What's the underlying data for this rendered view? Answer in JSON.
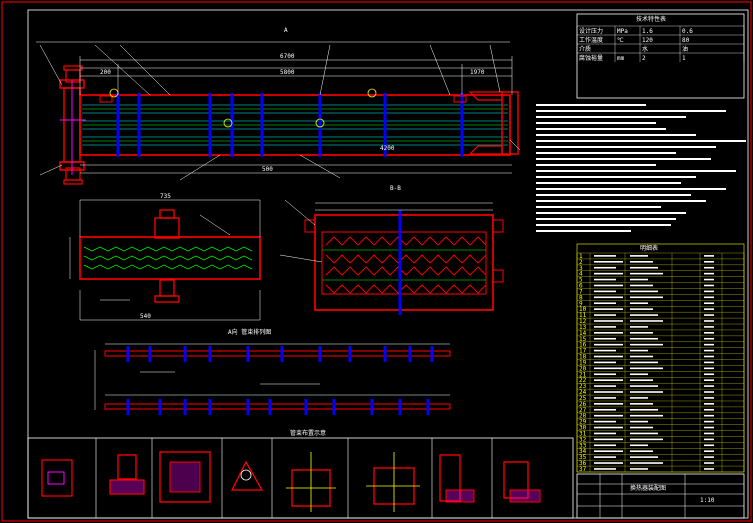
{
  "drawing": {
    "main_view_label": "A",
    "section_label": "B-B",
    "dim_total": "6700",
    "dim_mid": "5800",
    "dim_left": "200",
    "dim_right": "1970",
    "dim_tube": "4200",
    "dim_shell": "500",
    "dim_width": "735",
    "dim_bottom": "540",
    "note_row": "A向 管束排列图",
    "bottom_note": "管束布置示意"
  },
  "colors": {
    "bg": "#000000",
    "frame": "#ff0000",
    "line": "#ffffff",
    "accent": "#ffff00",
    "tube": "#0000ff",
    "green": "#00ff00",
    "cyan": "#00ffff",
    "magenta": "#ff00ff"
  },
  "tech_table": {
    "header": "技术特性表",
    "rows": [
      [
        "设计压力",
        "MPa",
        "1.6",
        "0.6"
      ],
      [
        "工作温度",
        "℃",
        "120",
        "80"
      ],
      [
        "介质",
        "",
        "水",
        "油"
      ],
      [
        "腐蚀裕量",
        "mm",
        "2",
        "1"
      ]
    ]
  },
  "parts_list": {
    "header": "明细表",
    "rows": [
      "1",
      "2",
      "3",
      "4",
      "5",
      "6",
      "7",
      "8",
      "9",
      "10",
      "11",
      "12",
      "13",
      "14",
      "15",
      "16",
      "17",
      "18",
      "19",
      "20",
      "21",
      "22",
      "23",
      "24",
      "25",
      "26",
      "27",
      "28",
      "29",
      "30",
      "31",
      "32",
      "33",
      "34",
      "35",
      "36",
      "37"
    ]
  },
  "title_block": {
    "name": "换热器装配图",
    "scale": "1:10"
  }
}
